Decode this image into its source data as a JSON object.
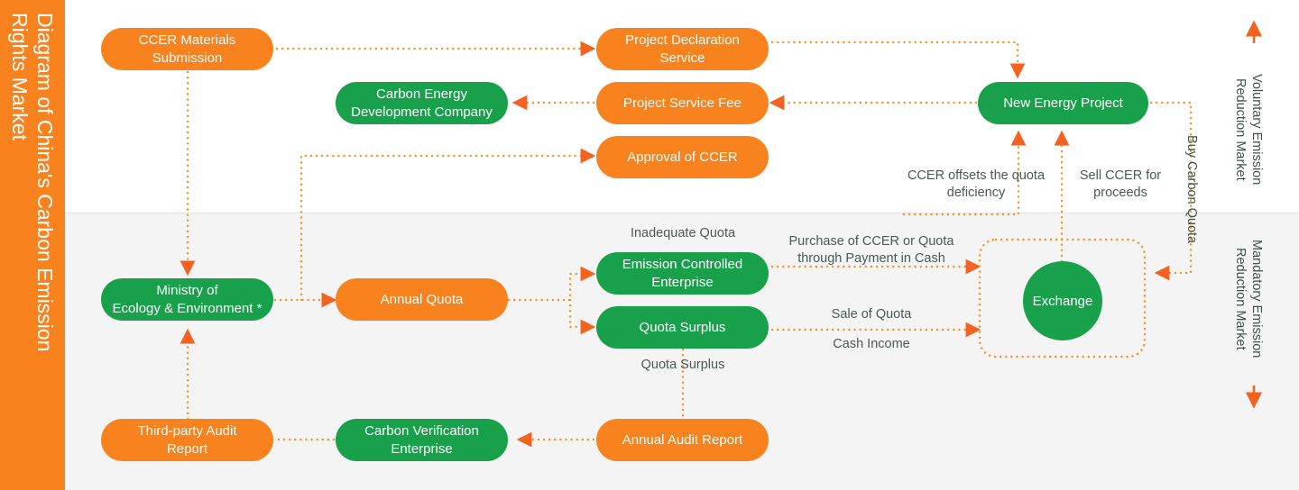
{
  "sidebar": {
    "title": "Diagram of China's Carbon Emission\nRights Market",
    "background": "#f7821e",
    "text_color": "#ffffff"
  },
  "colors": {
    "orange": "#f7821e",
    "green": "#18a04b",
    "arrow": "#f4621f",
    "dotted": "#f7921e",
    "band_top": "#ffffff",
    "band_bottom": "#f4f4f4",
    "label_text": "#4a5a52"
  },
  "markets": {
    "voluntary": {
      "label": "Voluntary Emission\nReduction Market",
      "arrow": "up-arrow-icon"
    },
    "mandatory": {
      "label": "Mandatory Emission\nReduction Market",
      "arrow": "down-arrow-icon"
    }
  },
  "nodes": [
    {
      "id": "ccer-materials-submission",
      "label": "CCER Materials\nSubmission",
      "color": "orange"
    },
    {
      "id": "project-declaration-service",
      "label": "Project Declaration\nService",
      "color": "orange"
    },
    {
      "id": "new-energy-project",
      "label": "New Energy Project",
      "color": "green"
    },
    {
      "id": "carbon-energy-development-company",
      "label": "Carbon Energy\nDevelopment Company",
      "color": "green"
    },
    {
      "id": "project-service-fee",
      "label": "Project Service Fee",
      "color": "orange"
    },
    {
      "id": "approval-of-ccer",
      "label": "Approval of CCER",
      "color": "orange"
    },
    {
      "id": "ministry-of-ecology-environment",
      "label": "Ministry of\nEcology & Environment *",
      "color": "green"
    },
    {
      "id": "annual-quota",
      "label": "Annual Quota",
      "color": "orange"
    },
    {
      "id": "emission-controlled-enterprise",
      "label": "Emission Controlled\nEnterprise",
      "color": "green"
    },
    {
      "id": "quota-surplus",
      "label": "Quota Surplus",
      "color": "green"
    },
    {
      "id": "exchange",
      "label": "Exchange",
      "color": "green"
    },
    {
      "id": "third-party-audit-report",
      "label": "Third-party Audit\nReport",
      "color": "orange"
    },
    {
      "id": "carbon-verification-enterprise",
      "label": "Carbon Verification\nEnterprise",
      "color": "green"
    },
    {
      "id": "annual-audit-report",
      "label": "Annual Audit Report",
      "color": "orange"
    }
  ],
  "edge_labels": {
    "ccer_offsets": "CCER offsets the quota\ndeficiency",
    "sell_ccer": "Sell CCER for\nproceeds",
    "buy_carbon_quota": "Buy Carbon Quota",
    "inadequate_quota": "Inadequate Quota",
    "quota_surplus_below": "Quota Surplus",
    "purchase_ccer": "Purchase of CCER or Quota\nthrough Payment in Cash",
    "sale_of_quota": "Sale of Quota",
    "cash_income": "Cash Income"
  }
}
